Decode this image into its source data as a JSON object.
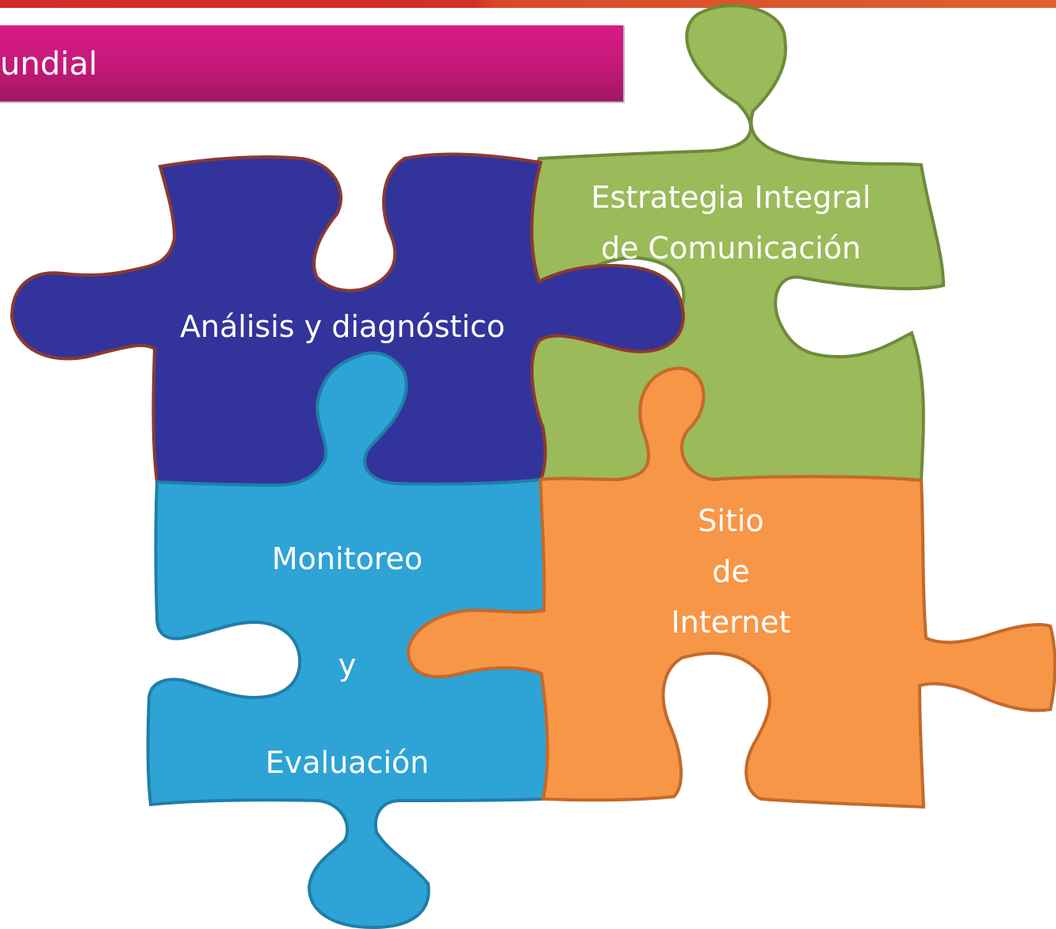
{
  "title": {
    "text": "undial"
  },
  "pieces": {
    "analysis": {
      "label": "Análisis y diagnóstico",
      "fill": "#32349b",
      "stroke": "#8b3a2e"
    },
    "strategy": {
      "line1": "Estrategia Integral",
      "line2": "de Comunicación",
      "fill": "#9bba59",
      "stroke": "#6e8b3a"
    },
    "monitoring": {
      "line1": "Monitoreo",
      "line2": "y",
      "line3": "Evaluación",
      "fill": "#2ea3d6",
      "stroke": "#1f7fa8"
    },
    "website": {
      "line1": "Sitio",
      "line2": "de",
      "line3": "Internet",
      "fill": "#f79646",
      "stroke": "#c46a2a"
    }
  },
  "colors": {
    "banner": "#c3197a",
    "top_bar": "#d42a2a"
  }
}
